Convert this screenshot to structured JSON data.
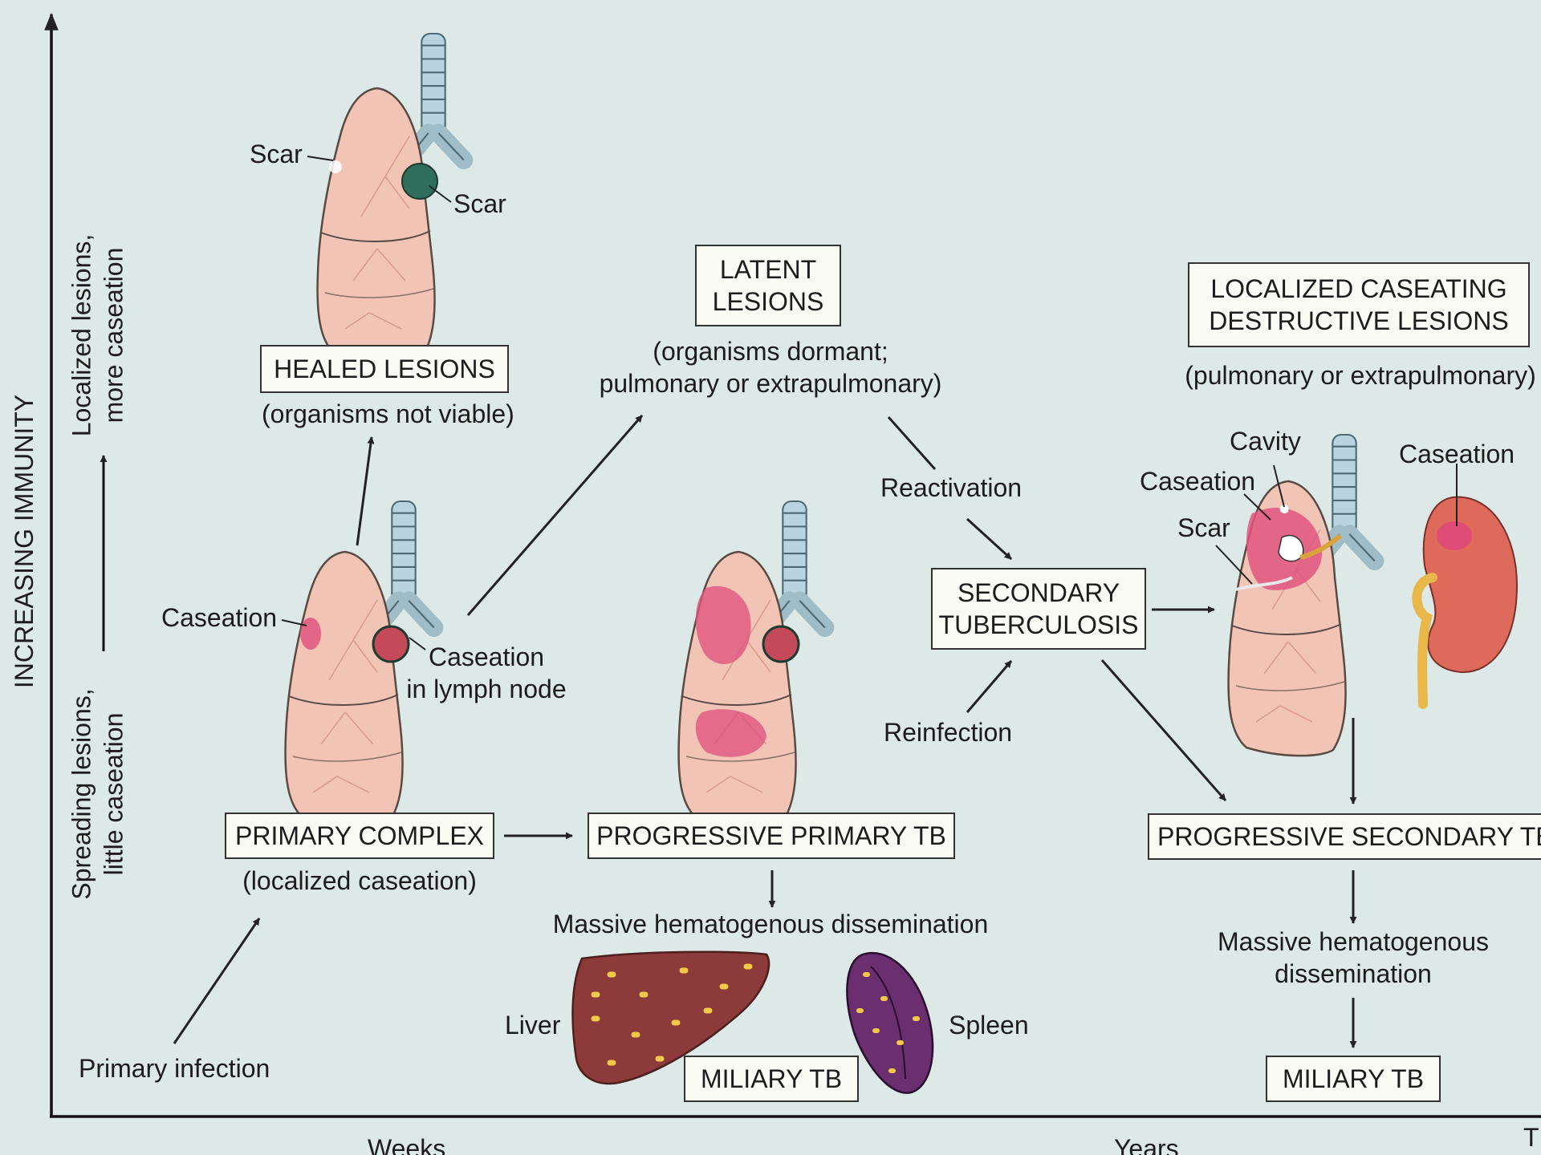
{
  "axes": {
    "y_label": "INCREASING IMMUNITY",
    "y_bottom_label": [
      "Spreading lesions,",
      "little caseation"
    ],
    "y_top_label": [
      "Localized lesions,",
      "more caseation"
    ],
    "x_weeks": "Weeks",
    "x_years": "Years",
    "x_right_cut": "T"
  },
  "boxes": {
    "healed": "HEALED LESIONS",
    "latent": [
      "LATENT",
      "LESIONS"
    ],
    "localized": [
      "LOCALIZED CASEATING",
      "DESTRUCTIVE LESIONS"
    ],
    "primary_complex": "PRIMARY COMPLEX",
    "progressive_primary": "PROGRESSIVE PRIMARY TB",
    "secondary": [
      "SECONDARY",
      "TUBERCULOSIS"
    ],
    "progressive_secondary": "PROGRESSIVE SECONDARY TB",
    "miliary_left": "MILIARY TB",
    "miliary_right": "MILIARY TB"
  },
  "captions": {
    "healed_sub": "(organisms not viable)",
    "latent_sub": [
      "(organisms dormant;",
      "pulmonary or extrapulmonary)"
    ],
    "localized_sub": "(pulmonary or extrapulmonary)",
    "primary_sub": "(localized caseation)",
    "massive_left": "Massive hematogenous dissemination",
    "massive_right": [
      "Massive hematogenous",
      "dissemination"
    ],
    "primary_infection": "Primary infection",
    "reactivation": "Reactivation",
    "reinfection": "Reinfection"
  },
  "organ_labels": {
    "scar_lung": "Scar",
    "scar_node": "Scar",
    "caseation_lung": "Caseation",
    "caseation_node": [
      "Caseation",
      "in lymph node"
    ],
    "cavity": "Cavity",
    "caseation_secondary": "Caseation",
    "scar_secondary": "Scar",
    "caseation_kidney": "Caseation",
    "liver": "Liver",
    "spleen": "Spleen"
  },
  "colors": {
    "background": "#dce9e6",
    "lung": "#f2c4b6",
    "caseation": "#e0557f",
    "liver": "#8c3a3a",
    "spleen": "#6b2e6e",
    "kidney": "#dd6a5a",
    "ureter": "#e8b84a",
    "trachea": "#b9d4de",
    "box_fill": "#fbfbf6"
  }
}
